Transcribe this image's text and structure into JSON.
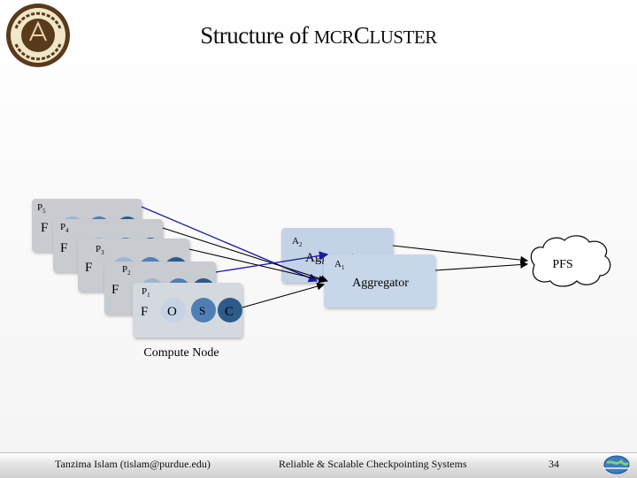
{
  "slide": {
    "title_main": "Structure of ",
    "title_sc1": "MCR",
    "title_sc_cap": "C",
    "title_sc2": "LUSTER"
  },
  "logo": {
    "text": "purdue university"
  },
  "diagram": {
    "process_labels": [
      "P",
      "P",
      "P",
      "P",
      "P"
    ],
    "process_subscripts": [
      "5",
      "4",
      "3",
      "2",
      "1"
    ],
    "file_tags": [
      "F",
      "F",
      "F",
      "F",
      "F"
    ],
    "front_row": [
      "F",
      "O",
      "S",
      "C"
    ],
    "compute_node_label": "Compute Node",
    "aggregators": [
      {
        "label": "A",
        "subscript": "2",
        "text": "Aggregator"
      },
      {
        "label": "A",
        "subscript": "1",
        "text": "Aggregator"
      }
    ],
    "pfs_label": "PFS",
    "colors": {
      "card_back": "#c8cbd0",
      "card_front": "#d4d9df",
      "aggregator": "#c3d2e6",
      "arrow_black": "#000000",
      "arrow_blue": "#1a1aa8",
      "circle_light": "#9fb6d2",
      "circle_mid": "#4f7fb5",
      "circle_dark": "#2d5b8a"
    }
  },
  "footer": {
    "author": "Tanzima Islam (tislam@purdue.edu)",
    "talk_title": "Reliable & Scalable Checkpointing Systems",
    "page_number": "34"
  }
}
